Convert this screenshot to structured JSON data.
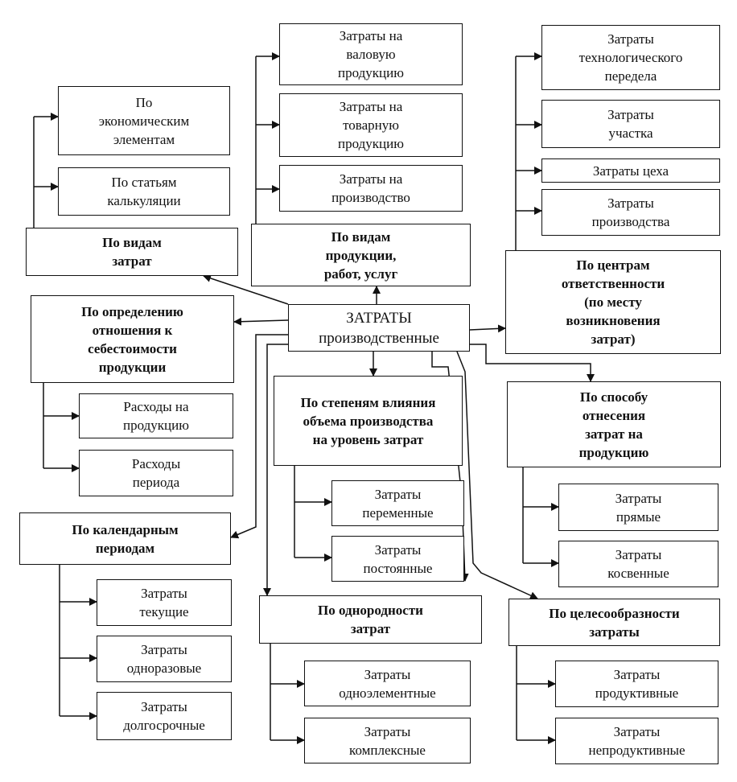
{
  "title": "",
  "colors": {
    "line": "#111111",
    "box_border": "#111111",
    "background": "#ffffff"
  },
  "center": "ЗАТРАТЫ\nпроизводственные",
  "categories": {
    "econ_types": "По видам\nзатрат",
    "production_types": "По видам\nпродукции,\nработ, услуг",
    "responsibility": "По центрам\nответственности\n(по месту\nвозникновения\nзатрат)",
    "cost_relation": "По определению\nотношения к\nсебестоимости\nпродукции",
    "volume_influence": "По степеням влияния\nобъема производства\nна уровень затрат",
    "allocation": "По способу\nотнесения\nзатрат на\nпродукцию",
    "calendar": "По календарным\nпериодам",
    "homogeneity": "По однородности\nзатрат",
    "expediency": "По целесообразности\nзатраты"
  },
  "items": {
    "econ_elements": "По\nэкономическим\nэлементам",
    "calc_items": "По статьям\nкалькуляции",
    "gross_output": "Затраты на\nваловую\nпродукцию",
    "marketable_output": "Затраты на\nтоварную\nпродукцию",
    "production_costs": "Затраты на\nпроизводство",
    "tech_stage": "Затраты\nтехнологического\nпередела",
    "section": "Затраты\nучастка",
    "workshop": "Затраты цеха",
    "plant": "Затраты\nпроизводства",
    "product_expenses": "Расходы на\nпродукцию",
    "period_expenses": "Расходы\nпериода",
    "variable": "Затраты\nпеременные",
    "fixed": "Затраты\nпостоянные",
    "direct": "Затраты\nпрямые",
    "indirect": "Затраты\nкосвенные",
    "current": "Затраты\nтекущие",
    "one_time": "Затраты\nодноразовые",
    "long_term": "Затраты\nдолгосрочные",
    "single_element": "Затраты\nодноэлементные",
    "complex": "Затраты\nкомплексные",
    "productive": "Затраты\nпродуктивные",
    "unproductive": "Затраты\nнепродуктивные"
  }
}
